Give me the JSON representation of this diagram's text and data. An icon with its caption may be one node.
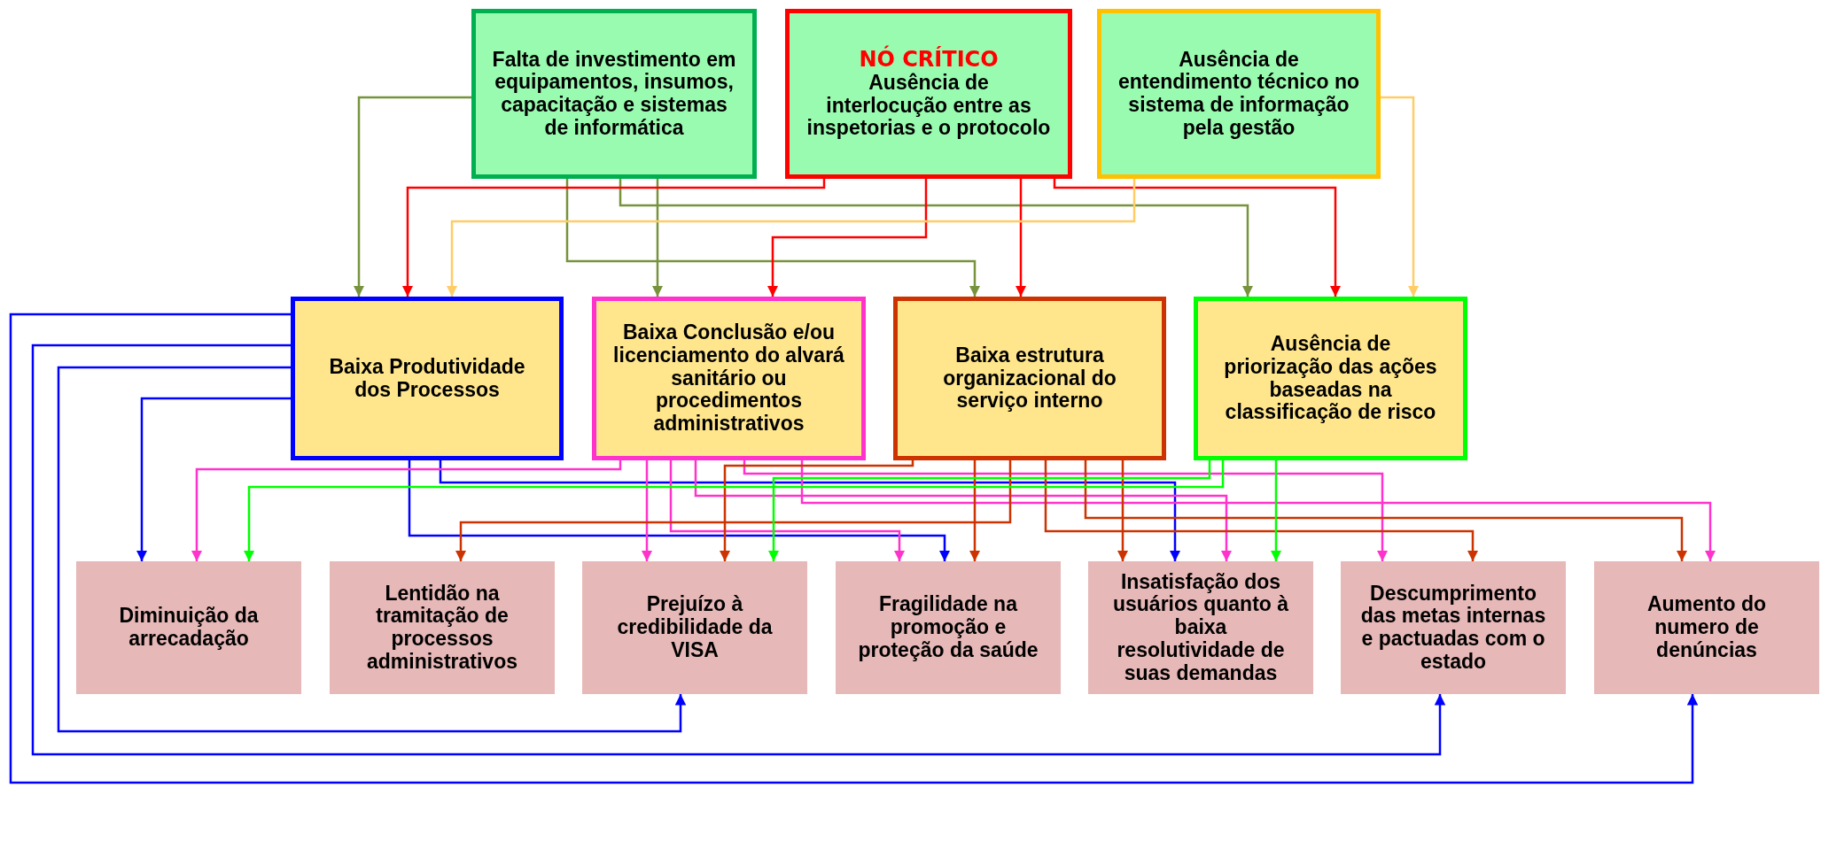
{
  "diagram": {
    "nodes": [
      {
        "text": [
          "Falta de investimento em equipamentos, insumos, capacitação e sistemas de informática"
        ]
      },
      {
        "text": [
          "NÓ CRÍTICO",
          "Ausência de interlocução entre as inspetorias e o protocolo"
        ]
      },
      {
        "text": [
          "Ausência de entendimento técnico no sistema de informação pela gestão"
        ]
      },
      {
        "text": [
          "Baixa Produtividade dos Processos"
        ]
      },
      {
        "text": [
          "Baixa Conclusão e/ou licenciamento do alvará sanitário ou procedimentos administrativos"
        ]
      },
      {
        "text": [
          "Baixa estrutura organizacional do serviço interno"
        ]
      },
      {
        "text": [
          "Ausência de priorização das ações baseadas na classificação de risco"
        ]
      },
      {
        "text": [
          "Diminuição da arrecadação"
        ]
      },
      {
        "text": [
          "Lentidão na tramitação de processos administrativos"
        ]
      },
      {
        "text": [
          "Prejuízo à credibilidade da VISA"
        ]
      },
      {
        "text": [
          "Fragilidade na promoção e proteção da saúde"
        ]
      },
      {
        "text": [
          "Insatisfação dos usuários quanto à baixa resolutividade de suas demandas"
        ]
      },
      {
        "text": [
          "Descumprimento das metas internas e pactuadas com o estado"
        ]
      },
      {
        "text": [
          "Aumento do numero de denúncias"
        ]
      }
    ],
    "edges": [
      {
        "from": 0,
        "to": 3,
        "arrow": "to",
        "color": "#77933c"
      },
      {
        "from": 0,
        "to": 4,
        "arrow": "to",
        "color": "#77933c"
      },
      {
        "from": 0,
        "to": 5,
        "arrow": "to",
        "color": "#77933c"
      },
      {
        "from": 0,
        "to": 6,
        "arrow": "to",
        "color": "#77933c"
      },
      {
        "from": 1,
        "to": 3,
        "arrow": "to",
        "color": "#ff0000"
      },
      {
        "from": 1,
        "to": 4,
        "arrow": "to",
        "color": "#ff0000"
      },
      {
        "from": 1,
        "to": 5,
        "arrow": "to",
        "color": "#ff0000"
      },
      {
        "from": 1,
        "to": 6,
        "arrow": "to",
        "color": "#ff0000"
      },
      {
        "from": 2,
        "to": 3,
        "arrow": "to",
        "color": "#ffcc66"
      },
      {
        "from": 2,
        "to": 6,
        "arrow": "to",
        "color": "#ffcc66"
      },
      {
        "from": 3,
        "to": 7,
        "arrow": "to",
        "color": "#0000ff"
      },
      {
        "from": 3,
        "to": 9,
        "arrow": "to",
        "color": "#0000ff"
      },
      {
        "from": 3,
        "to": 12,
        "arrow": "to",
        "color": "#0000ff"
      },
      {
        "from": 3,
        "to": 13,
        "arrow": "to",
        "color": "#0000ff"
      },
      {
        "from": 3,
        "to": 10,
        "arrow": "to",
        "color": "#0000ff"
      },
      {
        "from": 3,
        "to": 11,
        "arrow": "to",
        "color": "#0000ff"
      },
      {
        "from": 4,
        "to": 7,
        "arrow": "to",
        "color": "#ff33cc"
      },
      {
        "from": 4,
        "to": 9,
        "arrow": "to",
        "color": "#ff33cc"
      },
      {
        "from": 4,
        "to": 10,
        "arrow": "to",
        "color": "#ff33cc"
      },
      {
        "from": 4,
        "to": 11,
        "arrow": "to",
        "color": "#ff33cc"
      },
      {
        "from": 4,
        "to": 12,
        "arrow": "to",
        "color": "#ff33cc"
      },
      {
        "from": 4,
        "to": 13,
        "arrow": "to",
        "color": "#ff33cc"
      },
      {
        "from": 5,
        "to": 9,
        "arrow": "to",
        "color": "#cc3300"
      },
      {
        "from": 5,
        "to": 8,
        "arrow": "to",
        "color": "#cc3300"
      },
      {
        "from": 5,
        "to": 10,
        "arrow": "to",
        "color": "#cc3300"
      },
      {
        "from": 5,
        "to": 11,
        "arrow": "to",
        "color": "#cc3300"
      },
      {
        "from": 5,
        "to": 12,
        "arrow": "to",
        "color": "#cc3300"
      },
      {
        "from": 5,
        "to": 13,
        "arrow": "to",
        "color": "#cc3300"
      },
      {
        "from": 6,
        "to": 7,
        "arrow": "to",
        "color": "#00ff00"
      },
      {
        "from": 6,
        "to": 9,
        "arrow": "to",
        "color": "#00ff00"
      },
      {
        "from": 6,
        "to": 11,
        "arrow": "to",
        "color": "#00ff00"
      }
    ]
  }
}
